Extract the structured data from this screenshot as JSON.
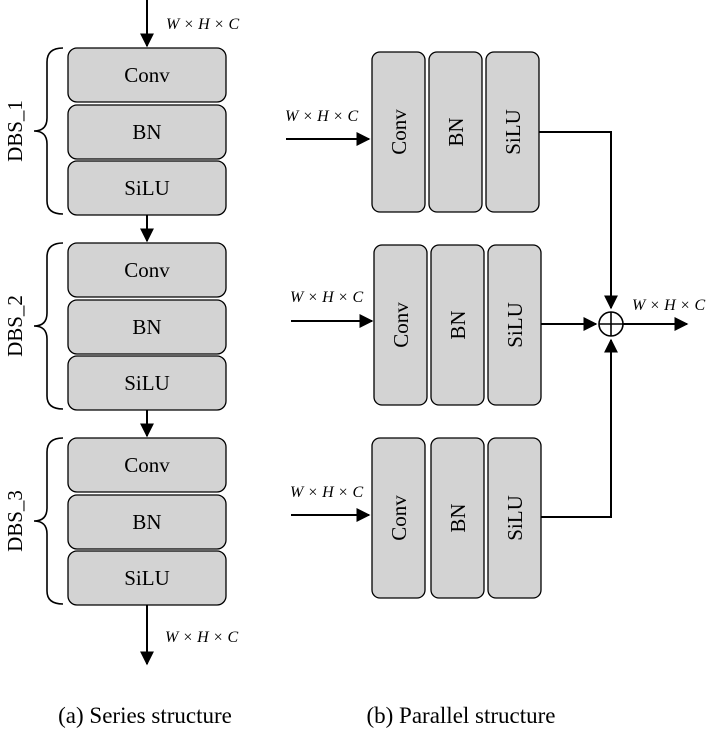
{
  "series": {
    "input_label": "W × H × C",
    "output_label": "W × H × C",
    "groups": [
      {
        "name": "DBS_1",
        "layers": [
          "Conv",
          "BN",
          "SiLU"
        ]
      },
      {
        "name": "DBS_2",
        "layers": [
          "Conv",
          "BN",
          "SiLU"
        ]
      },
      {
        "name": "DBS_3",
        "layers": [
          "Conv",
          "BN",
          "SiLU"
        ]
      }
    ],
    "caption": "(a) Series structure"
  },
  "parallel": {
    "branches": [
      {
        "input_label": "W × H × C",
        "layers": [
          "Conv",
          "BN",
          "SiLU"
        ]
      },
      {
        "input_label": "W × H × C",
        "layers": [
          "Conv",
          "BN",
          "SiLU"
        ]
      },
      {
        "input_label": "W × H × C",
        "layers": [
          "Conv",
          "BN",
          "SiLU"
        ]
      }
    ],
    "output_label": "W × H × C",
    "caption": "(b) Parallel structure"
  }
}
